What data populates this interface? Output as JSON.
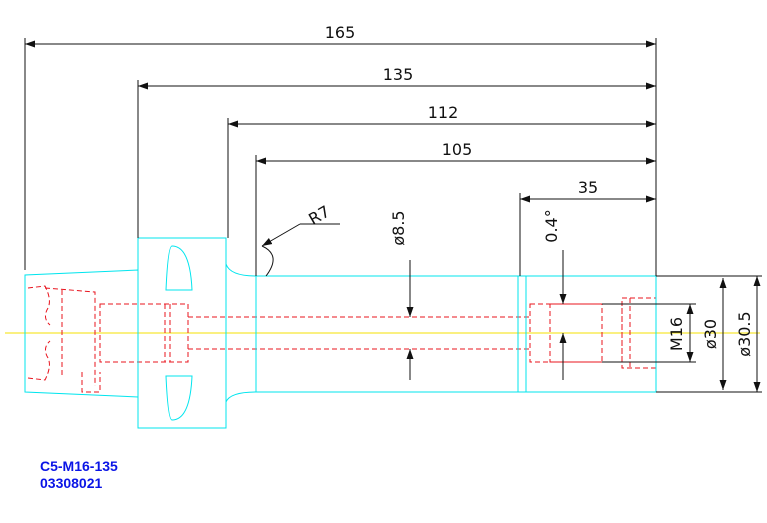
{
  "colors": {
    "outline": "#00e5ee",
    "hidden": "#e8141e",
    "center": "#f5e000",
    "dimension": "#111111",
    "caption": "#0a14e6"
  },
  "dimensions": {
    "d165": "165",
    "d135": "135",
    "d112": "112",
    "d105": "105",
    "d35": "35",
    "radius": "R7",
    "bore": "ø8.5",
    "taper": "0.4°",
    "thread": "M16",
    "dia30": "ø30",
    "dia305": "ø30.5"
  },
  "caption": {
    "model": "C5-M16-135",
    "part_number": "03308021"
  }
}
